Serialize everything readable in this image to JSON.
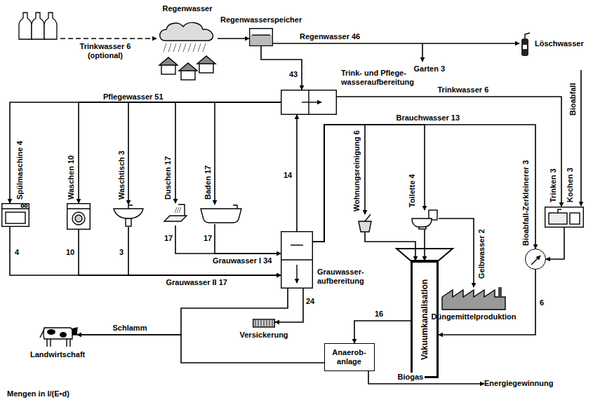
{
  "diagram": {
    "nodes": [
      {
        "text": [
          "Regenwasser"
        ]
      },
      {
        "text": [
          "Regenwasserspeicher"
        ]
      },
      {
        "text": [
          "Trink- und Pflege- wasseraufbereitung"
        ]
      },
      {
        "text": [
          "Löschwasser"
        ]
      },
      {
        "text": [
          "Spülmaschine 4"
        ]
      },
      {
        "text": [
          "Waschen 10"
        ]
      },
      {
        "text": [
          "Waschtisch 3"
        ]
      },
      {
        "text": [
          "Duschen 17"
        ]
      },
      {
        "text": [
          "Baden 17"
        ]
      },
      {
        "text": [
          "Grauwasser- aufbereitung"
        ]
      },
      {
        "text": [
          "Wohnungsreinigung 6"
        ]
      },
      {
        "text": [
          "Toilette 4"
        ]
      },
      {
        "text": [
          "Vakuumkanalisation"
        ]
      },
      {
        "text": [
          "Düngemittelproduktion"
        ]
      },
      {
        "text": [
          "Trinken 3",
          "Kochen 3",
          "Bioabfall"
        ]
      },
      {
        "text": [
          "Bioabfall-Zerkleinerer 3"
        ]
      },
      {
        "text": [
          "Anaerob- anlage"
        ]
      },
      {
        "text": [
          "Landwirtschaft"
        ]
      },
      {
        "text": [
          "Versickerung"
        ]
      },
      {
        "text": [
          "Energiegewinnung"
        ]
      }
    ],
    "edges": [
      {
        "from": 0,
        "to": 1,
        "arrow": "to"
      },
      {
        "from": 1,
        "to": 3,
        "label": "Regenwasser 46",
        "arrow": "to"
      },
      {
        "from": 1,
        "to": 2,
        "label": "43",
        "arrow": "to"
      },
      {
        "from": 2,
        "to": 4,
        "label": "Pflegewasser 51",
        "arrow": "to"
      },
      {
        "from": 2,
        "to": 5,
        "arrow": "to"
      },
      {
        "from": 2,
        "to": 6,
        "arrow": "to"
      },
      {
        "from": 2,
        "to": 7,
        "arrow": "to"
      },
      {
        "from": 2,
        "to": 8,
        "arrow": "to"
      },
      {
        "from": 2,
        "to": 14,
        "label": "Trinkwasser 6",
        "arrow": "to"
      },
      {
        "from": 4,
        "to": 9,
        "label": "4",
        "arrow": "to"
      },
      {
        "from": 5,
        "to": 9,
        "label": "10",
        "arrow": "to"
      },
      {
        "from": 6,
        "to": 9,
        "label": "3",
        "arrow": "to"
      },
      {
        "from": 7,
        "to": 9,
        "label": "17",
        "arrow": "to"
      },
      {
        "from": 8,
        "to": 9,
        "label": "17",
        "arrow": "to"
      },
      {
        "from": 9,
        "to": 2,
        "label": "14",
        "arrow": "to"
      },
      {
        "from": 9,
        "to": 10,
        "label": "Brauchwasser 13",
        "arrow": "to"
      },
      {
        "from": 9,
        "to": 11,
        "arrow": "to"
      },
      {
        "from": 9,
        "to": 15,
        "arrow": "to"
      },
      {
        "from": 10,
        "to": 12,
        "arrow": "to"
      },
      {
        "from": 11,
        "to": 12,
        "arrow": "to"
      },
      {
        "from": 11,
        "to": 13,
        "label": "Gelbwasser 2",
        "arrow": "to"
      },
      {
        "from": 14,
        "to": 15,
        "arrow": "to"
      },
      {
        "from": 15,
        "to": 12,
        "label": "6",
        "arrow": "to"
      },
      {
        "from": 12,
        "to": 16,
        "label": "16",
        "arrow": "to"
      },
      {
        "from": 9,
        "to": 18,
        "label": "24",
        "arrow": "to"
      },
      {
        "from": 9,
        "to": 17,
        "label": "Schlamm",
        "arrow": "to"
      },
      {
        "from": 16,
        "to": 17,
        "arrow": "to"
      },
      {
        "from": 16,
        "to": 19,
        "label": "Biogas",
        "arrow": "to"
      }
    ],
    "labels": [
      "Trinkwasser 6 (optional)",
      "Garten 3",
      "Grauwasser I 34",
      "Grauwasser II 17",
      "Mengen in l/(E•d)"
    ]
  }
}
